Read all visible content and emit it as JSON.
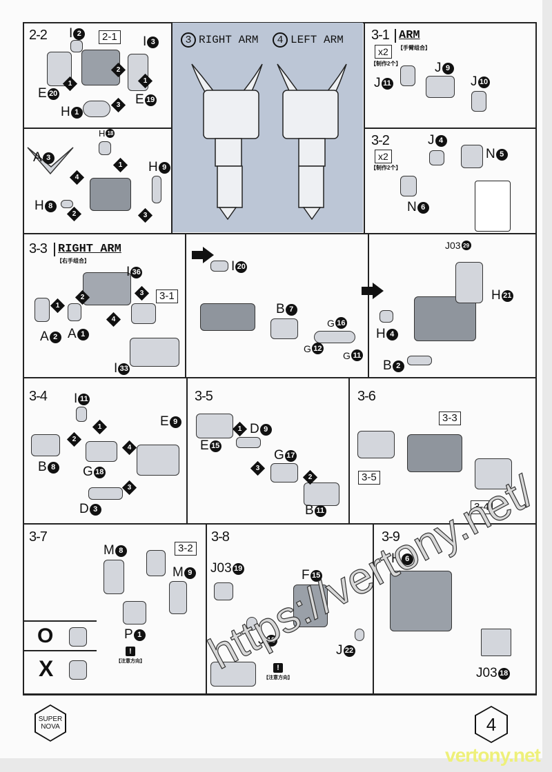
{
  "p2_2": {
    "step": "2-2",
    "ref": "2-1",
    "parts": [
      {
        "l": "I",
        "n": "2"
      },
      {
        "l": "I",
        "n": "3"
      },
      {
        "l": "E",
        "n": "20"
      },
      {
        "l": "E",
        "n": "19"
      },
      {
        "l": "H",
        "n": "1"
      }
    ],
    "steps": [
      "1",
      "2",
      "3",
      "1"
    ]
  },
  "p2_2b": {
    "parts": [
      {
        "l": "H",
        "n": "18"
      },
      {
        "l": "A",
        "n": "3"
      },
      {
        "l": "H",
        "n": "9"
      },
      {
        "l": "H",
        "n": "8"
      }
    ],
    "steps": [
      "1",
      "4",
      "1",
      "2",
      "3"
    ]
  },
  "center": {
    "labels": [
      {
        "n": "3",
        "text": "RIGHT ARM"
      },
      {
        "n": "4",
        "text": "LEFT ARM"
      }
    ]
  },
  "p3_1": {
    "step": "3-1",
    "title": "ARM",
    "subtitle": "【手臂组合】",
    "multiplier": "x2",
    "multiplier_note": "【制作2个】",
    "parts": [
      {
        "l": "J",
        "n": "11"
      },
      {
        "l": "J",
        "n": "9"
      },
      {
        "l": "J",
        "n": "10"
      }
    ]
  },
  "p3_2": {
    "step": "3-2",
    "multiplier": "x2",
    "multiplier_note": "【制作2个】",
    "parts": [
      {
        "l": "J",
        "n": "4"
      },
      {
        "l": "N",
        "n": "5"
      },
      {
        "l": "N",
        "n": "6"
      }
    ]
  },
  "p3_3": {
    "step": "3-3",
    "title": "RIGHT ARM",
    "subtitle": "【右手组合】",
    "ref": "3-1",
    "parts": [
      {
        "l": "I",
        "n": "36"
      },
      {
        "l": "A",
        "n": "2"
      },
      {
        "l": "A",
        "n": "1"
      },
      {
        "l": "I",
        "n": "33"
      }
    ],
    "steps": [
      "1",
      "2",
      "3",
      "4"
    ]
  },
  "p3_3b": {
    "parts": [
      {
        "l": "I",
        "n": "20"
      },
      {
        "l": "B",
        "n": "7"
      },
      {
        "l": "G",
        "n": "16"
      },
      {
        "l": "G",
        "n": "12"
      },
      {
        "l": "G",
        "n": "11"
      }
    ]
  },
  "p3_3c": {
    "parts": [
      {
        "l": "J03",
        "n": "29"
      },
      {
        "l": "H",
        "n": "21"
      },
      {
        "l": "H",
        "n": "4"
      },
      {
        "l": "B",
        "n": "2"
      }
    ]
  },
  "p3_4": {
    "step": "3-4",
    "parts": [
      {
        "l": "I",
        "n": "11"
      },
      {
        "l": "E",
        "n": "9"
      },
      {
        "l": "B",
        "n": "8"
      },
      {
        "l": "G",
        "n": "18"
      },
      {
        "l": "D",
        "n": "3"
      }
    ],
    "steps": [
      "1",
      "2",
      "4",
      "3"
    ]
  },
  "p3_5": {
    "step": "3-5",
    "parts": [
      {
        "l": "E",
        "n": "15"
      },
      {
        "l": "D",
        "n": "9"
      },
      {
        "l": "G",
        "n": "17"
      },
      {
        "l": "B",
        "n": "11"
      }
    ],
    "steps": [
      "1",
      "3",
      "2"
    ]
  },
  "p3_6": {
    "step": "3-6",
    "refs": [
      "3-3",
      "3-5",
      "3-4"
    ]
  },
  "p3_7": {
    "step": "3-7",
    "ref": "3-2",
    "parts": [
      {
        "l": "M",
        "n": "8"
      },
      {
        "l": "M",
        "n": "9"
      },
      {
        "l": "P",
        "n": "1"
      }
    ],
    "note": "【注意方向】",
    "warn": "!",
    "ok": "O",
    "ng": "X"
  },
  "p3_8": {
    "step": "3-8",
    "parts": [
      {
        "l": "J03",
        "n": "19"
      },
      {
        "l": "F",
        "n": "15"
      },
      {
        "l": "J",
        "n": "18"
      },
      {
        "l": "J",
        "n": "22"
      }
    ],
    "note": "【注意方向】",
    "warn": "!"
  },
  "p3_9": {
    "step": "3-9",
    "parts": [
      {
        "l": "H",
        "n": "6"
      },
      {
        "l": "J03",
        "n": "18"
      }
    ]
  },
  "footer": {
    "logo_line1": "SUPER",
    "logo_line2": "NOVA",
    "page_number": "4"
  },
  "watermark": {
    "url": "https://vertony.net/",
    "site": "vertony.net"
  }
}
